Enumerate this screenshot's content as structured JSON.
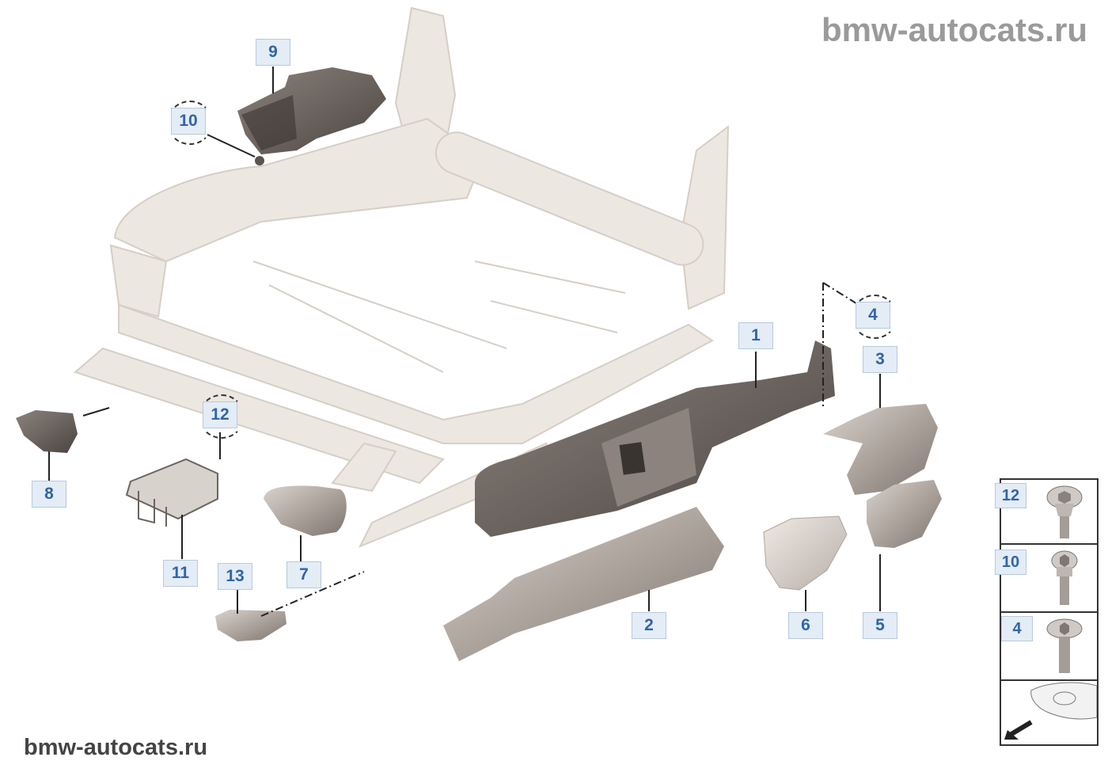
{
  "watermark": {
    "top": "bmw-autocats.ru",
    "bottom": "bmw-autocats.ru"
  },
  "callouts": [
    {
      "id": "1",
      "label": "1",
      "circled": false
    },
    {
      "id": "2",
      "label": "2",
      "circled": false
    },
    {
      "id": "3",
      "label": "3",
      "circled": false
    },
    {
      "id": "4",
      "label": "4",
      "circled": true
    },
    {
      "id": "5",
      "label": "5",
      "circled": false
    },
    {
      "id": "6",
      "label": "6",
      "circled": false
    },
    {
      "id": "7",
      "label": "7",
      "circled": false
    },
    {
      "id": "8",
      "label": "8",
      "circled": false
    },
    {
      "id": "9",
      "label": "9",
      "circled": false
    },
    {
      "id": "10",
      "label": "10",
      "circled": true
    },
    {
      "id": "11",
      "label": "11",
      "circled": false
    },
    {
      "id": "12",
      "label": "12",
      "circled": true
    },
    {
      "id": "13",
      "label": "13",
      "circled": false
    }
  ],
  "legend": {
    "items": [
      {
        "label": "12",
        "icon": "screw-icon"
      },
      {
        "label": "10",
        "icon": "screw-icon"
      },
      {
        "label": "4",
        "icon": "screw-icon"
      }
    ],
    "location_icon": "car-front-arrow-icon"
  },
  "colors": {
    "callout_bg": "#e4ecf6",
    "callout_text": "#2f66a8",
    "frame": "#e8e2da",
    "trim_dark": "#7a716c"
  }
}
